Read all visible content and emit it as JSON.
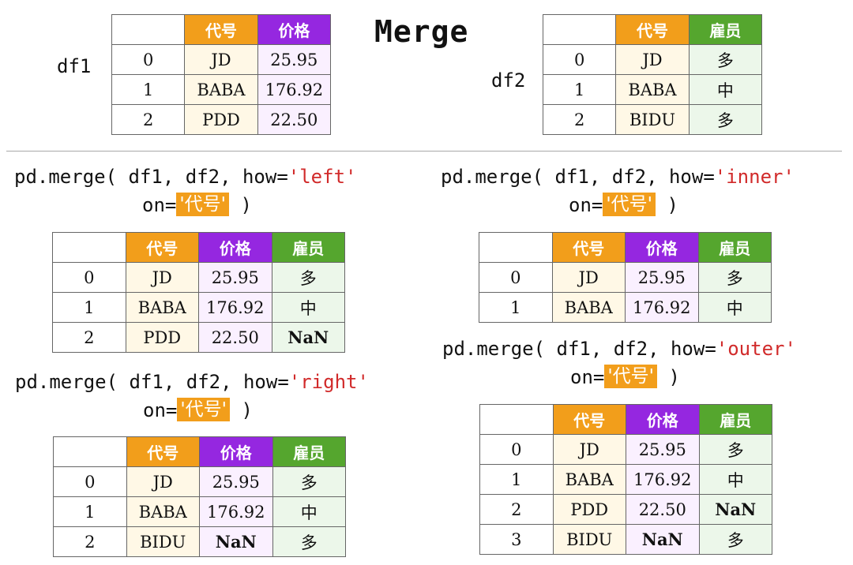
{
  "title": "Merge",
  "df1": {
    "label": "df1",
    "headers": [
      "",
      "代号",
      "价格"
    ],
    "rows": [
      [
        "0",
        "JD",
        "25.95"
      ],
      [
        "1",
        "BABA",
        "176.92"
      ],
      [
        "2",
        "PDD",
        "22.50"
      ]
    ]
  },
  "df2": {
    "label": "df2",
    "headers": [
      "",
      "代号",
      "雇员"
    ],
    "rows": [
      [
        "0",
        "JD",
        "多"
      ],
      [
        "1",
        "BABA",
        "中"
      ],
      [
        "2",
        "BIDU",
        "多"
      ]
    ]
  },
  "merges": {
    "left": {
      "line1_prefix": "pd.merge( df1, df2, how=",
      "how": "'left'",
      "on_prefix": "on=",
      "on_value": "'代号'",
      "on_suffix": " )",
      "headers": [
        "",
        "代号",
        "价格",
        "雇员"
      ],
      "rows": [
        [
          "0",
          "JD",
          "25.95",
          "多"
        ],
        [
          "1",
          "BABA",
          "176.92",
          "中"
        ],
        [
          "2",
          "PDD",
          "22.50",
          "NaN"
        ]
      ]
    },
    "inner": {
      "line1_prefix": "pd.merge( df1, df2, how=",
      "how": "'inner'",
      "on_prefix": "on=",
      "on_value": "'代号'",
      "on_suffix": " )",
      "headers": [
        "",
        "代号",
        "价格",
        "雇员"
      ],
      "rows": [
        [
          "0",
          "JD",
          "25.95",
          "多"
        ],
        [
          "1",
          "BABA",
          "176.92",
          "中"
        ]
      ]
    },
    "right": {
      "line1_prefix": "pd.merge( df1, df2, how=",
      "how": "'right'",
      "on_prefix": "on=",
      "on_value": "'代号'",
      "on_suffix": " )",
      "headers": [
        "",
        "代号",
        "价格",
        "雇员"
      ],
      "rows": [
        [
          "0",
          "JD",
          "25.95",
          "多"
        ],
        [
          "1",
          "BABA",
          "176.92",
          "中"
        ],
        [
          "2",
          "BIDU",
          "NaN",
          "多"
        ]
      ]
    },
    "outer": {
      "line1_prefix": "pd.merge( df1, df2, how=",
      "how": "'outer'",
      "on_prefix": "on=",
      "on_value": "'代号'",
      "on_suffix": " )",
      "headers": [
        "",
        "代号",
        "价格",
        "雇员"
      ],
      "rows": [
        [
          "0",
          "JD",
          "25.95",
          "多"
        ],
        [
          "1",
          "BABA",
          "176.92",
          "中"
        ],
        [
          "2",
          "PDD",
          "22.50",
          "NaN"
        ],
        [
          "3",
          "BIDU",
          "NaN",
          "多"
        ]
      ]
    }
  },
  "colors": {
    "code_header": "#f29e1b",
    "price_header": "#9527e0",
    "staff_header": "#55a62e",
    "string_literal": "#d12a2a"
  }
}
